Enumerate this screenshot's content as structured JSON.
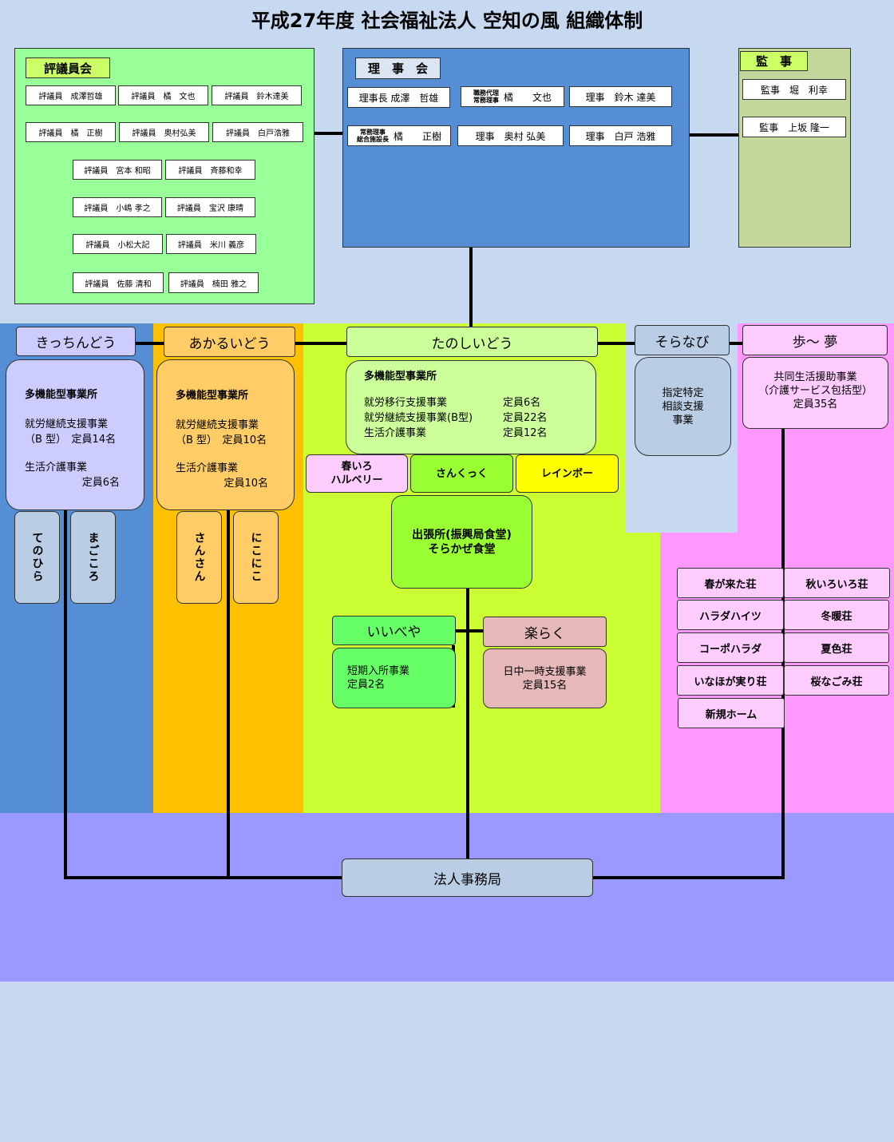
{
  "title": "平成27年度 社会福祉法人 空知の風 組織体制",
  "council": {
    "label": "評議員会",
    "members": [
      "評議員　成澤哲雄",
      "評議員　橘　文也",
      "評議員　鈴木達美",
      "評議員　橘　正樹",
      "評議員　奥村弘美",
      "評議員　白戸浩雅",
      "評議員　宮本 和昭",
      "評議員　斉藤和幸",
      "評議員　小嶋 孝之",
      "評議員　宝沢 康晴",
      "評議員　小松大記",
      "評議員　米川 義彦",
      "評議員　佐藤 清和",
      "評議員　楠田 雅之"
    ]
  },
  "board": {
    "label": "理　事　会",
    "chair": "理事長 成澤　哲雄",
    "deputy_role_1": "職務代理",
    "deputy_role_2": "常務理事",
    "deputy_name": "橘　　文也",
    "director_1": "理事　鈴木 達美",
    "managing_role_1": "常務理事",
    "managing_role_2": "総合施設長",
    "managing_name": "橘　　正樹",
    "director_2": "理事　奥村 弘美",
    "director_3": "理事　白戸 浩雅"
  },
  "auditor": {
    "label": "監　事",
    "members": [
      "監事　堀　利幸",
      "監事　上坂 隆一"
    ]
  },
  "kitchin": {
    "name": "きっちんどう",
    "box_title": "多機能型事業所",
    "service_1": "就労継続支援事業",
    "service_1b": "（B 型）　定員14名",
    "service_2": "生活介護事業",
    "service_2b": "定員6名",
    "sub_1": "てのひら",
    "sub_2": "まごころ"
  },
  "akarui": {
    "name": "あかるいどう",
    "box_title": "多機能型事業所",
    "service_1": "就労継続支援事業",
    "service_1b": "（B 型）　定員10名",
    "service_2": "生活介護事業",
    "service_2b": "定員10名",
    "sub_1": "さんさん",
    "sub_2": "にこにこ"
  },
  "tanoshii": {
    "name": "たのしいどう",
    "box_title": "多機能型事業所",
    "services": [
      {
        "name": "就労移行支援事業",
        "cap": "定員6名"
      },
      {
        "name": "就労継続支援事業(B型)",
        "cap": "定員22名"
      },
      {
        "name": "生活介護事業",
        "cap": "定員12名"
      }
    ],
    "sub_1a": "春いろ",
    "sub_1b": "ハルベリー",
    "sub_2": "さんくっく",
    "sub_3": "レインボー",
    "branch_1": "出張所(振興局食堂)",
    "branch_2": "そらかぜ食堂"
  },
  "iibeya": {
    "name": "いいべや",
    "service": "短期入所事業",
    "cap": "定員2名"
  },
  "rakuraku": {
    "name": "楽らく",
    "service": "日中一時支援事業",
    "cap": "定員15名"
  },
  "soranavi": {
    "name": "そらなび",
    "l1": "指定特定",
    "l2": "相談支援",
    "l3": "事業"
  },
  "ayumu": {
    "name": "歩～ 夢",
    "l1": "共同生活援助事業",
    "l2": "（介護サービス包括型）",
    "l3": "定員35名",
    "homes_left": [
      "春が来た荘",
      "ハラダハイツ",
      "コーポハラダ",
      "いなほが実り荘",
      "新規ホーム"
    ],
    "homes_right": [
      "秋いろいろ荘",
      "冬暖荘",
      "夏色荘",
      "桜なごみ荘"
    ]
  },
  "office": "法人事務局",
  "colors": {
    "page": "#c6d9f0",
    "council": "#99ff99",
    "board": "#558ed5",
    "auditor": "#c4d79b",
    "kitchin_zone": "#558ed5",
    "akarui_zone": "#ffc000",
    "tanoshii_zone": "#ccff33",
    "ayumu_zone": "#ff99ff",
    "office_zone": "#9999ff"
  }
}
